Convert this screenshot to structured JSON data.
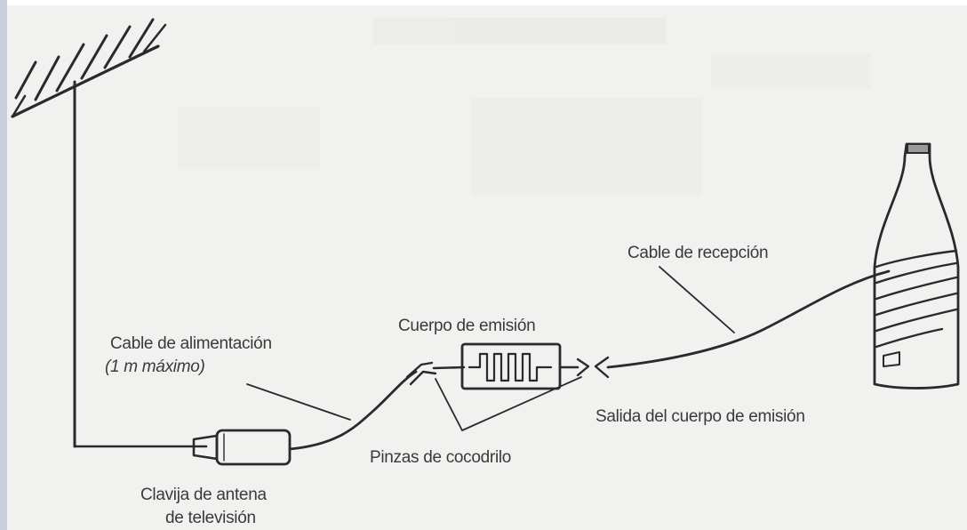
{
  "labels": {
    "feed_cable": "Cable de alimentación",
    "feed_cable_note": "(1 m máximo)",
    "emitter_body": "Cuerpo de emisión",
    "reception_cable": "Cable de recepción",
    "emitter_output": "Salida del cuerpo de emisión",
    "crocodile_clips": "Pinzas de cocodrilo",
    "tv_plug_line1": "Clavija de antena",
    "tv_plug_line2": "de televisión"
  }
}
